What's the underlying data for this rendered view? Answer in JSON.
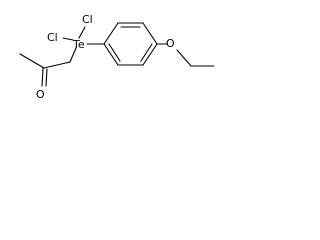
{
  "molecule": {
    "atoms": {
      "te": "Te",
      "cl_upper": "Cl",
      "cl_left": "Cl",
      "o_ether": "O",
      "o_carbonyl": "O"
    }
  }
}
